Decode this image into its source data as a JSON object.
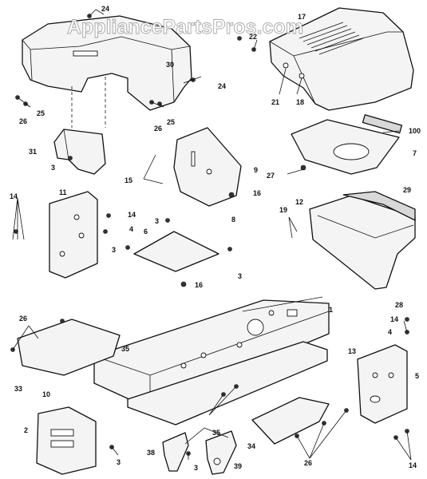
{
  "watermark": "AppliancePartsPros.com",
  "callouts": [
    "24",
    "22",
    "17",
    "30",
    "24",
    "25",
    "26",
    "25",
    "26",
    "18",
    "21",
    "31",
    "3",
    "15",
    "9",
    "100",
    "7",
    "27",
    "16",
    "14",
    "11",
    "14",
    "4",
    "8",
    "6",
    "12",
    "19",
    "29",
    "3",
    "3",
    "16",
    "3",
    "1",
    "28",
    "26",
    "35",
    "33",
    "10",
    "14",
    "4",
    "13",
    "5",
    "2",
    "3",
    "38",
    "35",
    "34",
    "39",
    "3",
    "26",
    "14"
  ]
}
